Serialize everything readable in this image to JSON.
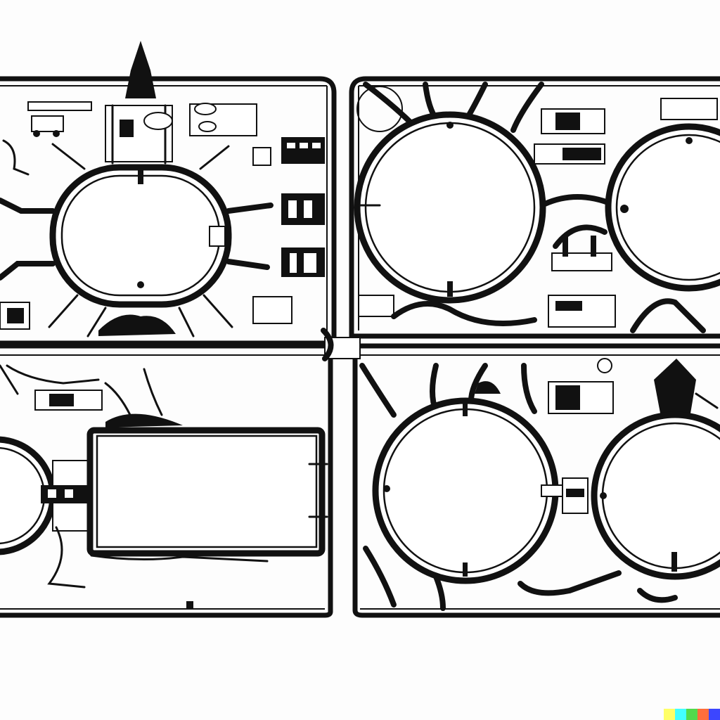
{
  "palette": {
    "ink": "#111111",
    "paper": "#fdfdfd"
  },
  "panels": [
    {
      "position": "top-left",
      "shape": "rounded-oval-ring"
    },
    {
      "position": "top-right",
      "shape": "two-circular-rings"
    },
    {
      "position": "bottom-left",
      "shape": "ring-and-rectangle"
    },
    {
      "position": "bottom-right",
      "shape": "two-circular-rings"
    }
  ],
  "watermark": {
    "colors": [
      "#ffff66",
      "#42ffff",
      "#51da4c",
      "#ff6e3c",
      "#3c46ff"
    ]
  }
}
